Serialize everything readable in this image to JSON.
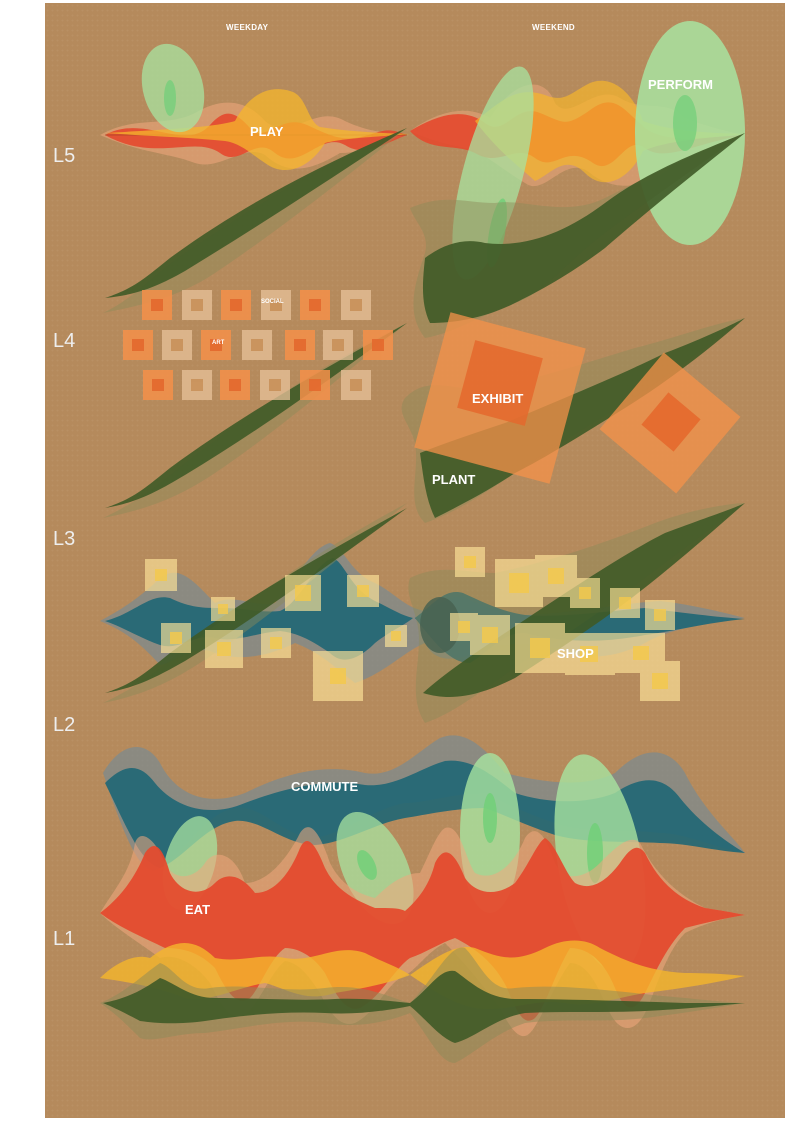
{
  "columns": {
    "weekday": "WEEKDAY",
    "weekend": "WEEKEND"
  },
  "levels": {
    "l5": "L5",
    "l4": "L4",
    "l3": "L3",
    "l2": "L2",
    "l1": "L1"
  },
  "categories": {
    "play": "PLAY",
    "perform": "PERFORM",
    "social": "SOCIAL",
    "art": "ART",
    "exhibit": "EXHIBIT",
    "plant": "PLANT",
    "shop": "SHOP",
    "commute": "COMMUTE",
    "eat": "EAT"
  },
  "colors": {
    "board": "#b58a5c",
    "red": "#e4492d",
    "yellow": "#f5b52c",
    "light-green": "#a8e3a0",
    "dark-green": "#3f5a27",
    "teal": "#1f6674",
    "orange": "#f5914a",
    "pale-yellow": "#ffe59a"
  }
}
